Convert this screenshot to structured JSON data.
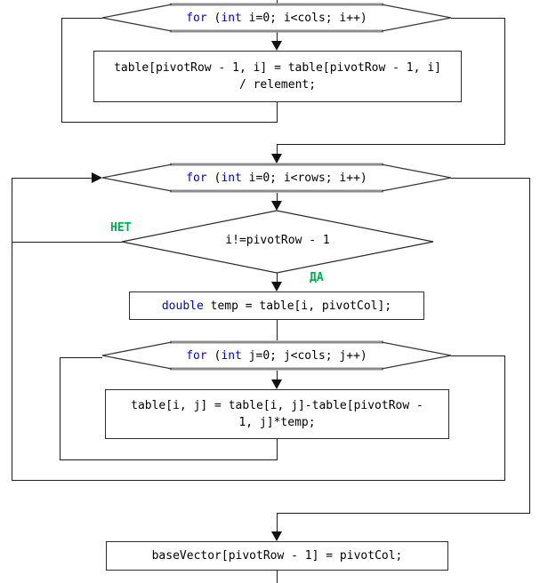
{
  "diagram": {
    "type": "flowchart",
    "outer_loop": {
      "kw_for": "for",
      "paren": " (",
      "kw_int": "int",
      "rest": " i=0; i<cols; i++)"
    },
    "normalize_stmt": {
      "line1": "table[pivotRow - 1, i] = table[pivotRow - 1, i]",
      "line2": "/ relement;"
    },
    "row_loop": {
      "kw_for": "for",
      "paren": " (",
      "kw_int": "int",
      "rest": " i=0; i<rows; i++)"
    },
    "condition": {
      "text": "i!=pivotRow - 1",
      "no_label": "НЕТ",
      "yes_label": "ДА"
    },
    "temp_stmt": {
      "kw_double": "double",
      "rest": " temp = table[i, pivotCol];"
    },
    "col_loop": {
      "kw_for": "for",
      "paren": " (",
      "kw_int": "int",
      "rest": " j=0; j<cols; j++)"
    },
    "update_stmt": {
      "line1": "table[i, j] = table[i, j]-table[pivotRow -",
      "line2": "1, j]*temp;"
    },
    "base_vector_stmt": {
      "text": "baseVector[pivotRow - 1] = pivotCol;"
    }
  },
  "colors": {
    "keyword_blue": "#0000e0",
    "branch_green": "#00b050",
    "hexagon_edge_gray": "#8c8c8c",
    "line_black": "#1c1c1c",
    "background": "#ffffff"
  }
}
